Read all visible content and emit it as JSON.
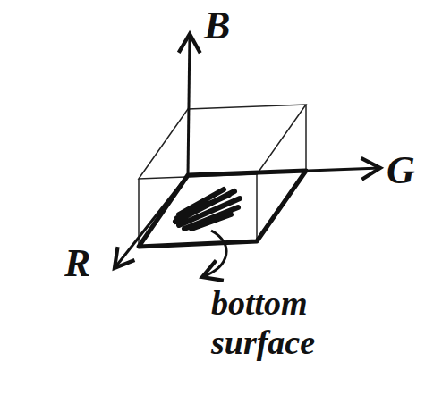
{
  "diagram": {
    "labels": [
      "B",
      "G",
      "R",
      "bottom surface"
    ]
  }
}
